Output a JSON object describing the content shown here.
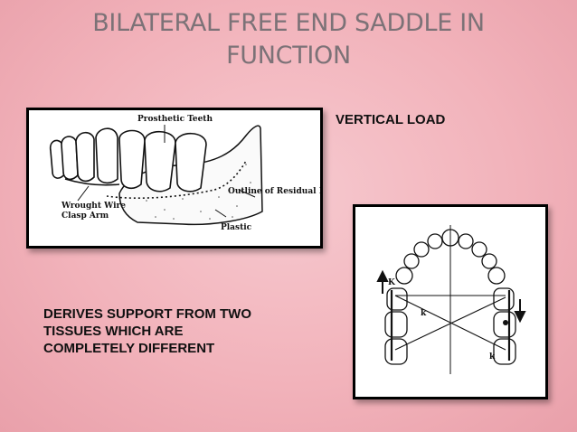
{
  "slide": {
    "title_line1": "BILATERAL FREE END SADDLE IN",
    "title_line2": "FUNCTION",
    "vertical_load": "VERTICAL LOAD",
    "derives_line1": "DERIVES SUPPORT FROM TWO",
    "derives_line2": "TISSUES WHICH ARE",
    "derives_line3": "COMPLETELY DIFFERENT"
  },
  "figure1": {
    "label_teeth": "Prosthetic Teeth",
    "label_wire_1": "Wrought Wire",
    "label_wire_2": "Clasp Arm",
    "label_ridge": "Outline of Residual Ridge",
    "label_plastic": "Plastic"
  },
  "figure2": {
    "label_k1": "K",
    "label_k2": "k",
    "label_k3": "k"
  }
}
